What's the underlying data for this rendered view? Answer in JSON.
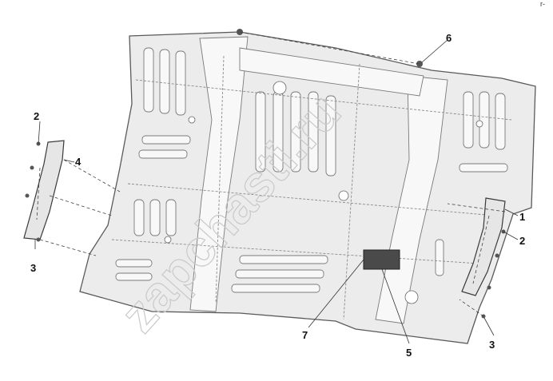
{
  "corner_mark": "r-",
  "watermark_text": "zapchasti.ru",
  "callouts": {
    "c1": "1",
    "c2_left": "2",
    "c2_right": "2",
    "c3_left": "3",
    "c3_right": "3",
    "c4": "4",
    "c5": "5",
    "c6": "6",
    "c7": "7"
  }
}
